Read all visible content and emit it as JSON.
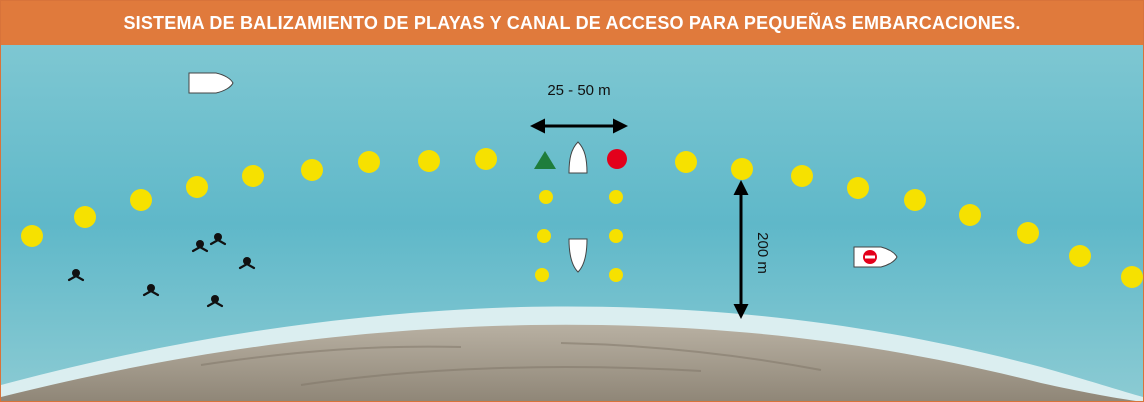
{
  "title": "SISTEMA DE BALIZAMIENTO DE PLAYAS Y CANAL DE ACCESO PARA PEQUEÑAS EMBARCACIONES.",
  "dimensions": {
    "channel_width_label": "25 - 50 m",
    "zone_depth_label": "200 m"
  },
  "colors": {
    "banner": "#e07a3c",
    "sea": "#5fb8c9",
    "sea_light": "#a9d9e0",
    "sand": "#a59c8c",
    "buoy_yellow": "#f6e100",
    "buoy_red": "#e3001b",
    "buoy_green": "#1e7d3c"
  },
  "icons": {
    "channel_port_mark": "green-triangle-buoy-icon",
    "channel_starboard_mark": "red-round-buoy-icon",
    "boundary_buoy": "yellow-round-buoy-icon",
    "prohibited_sign": "no-entry-icon",
    "swimmer": "swimmer-icon",
    "boat": "boat-icon"
  }
}
